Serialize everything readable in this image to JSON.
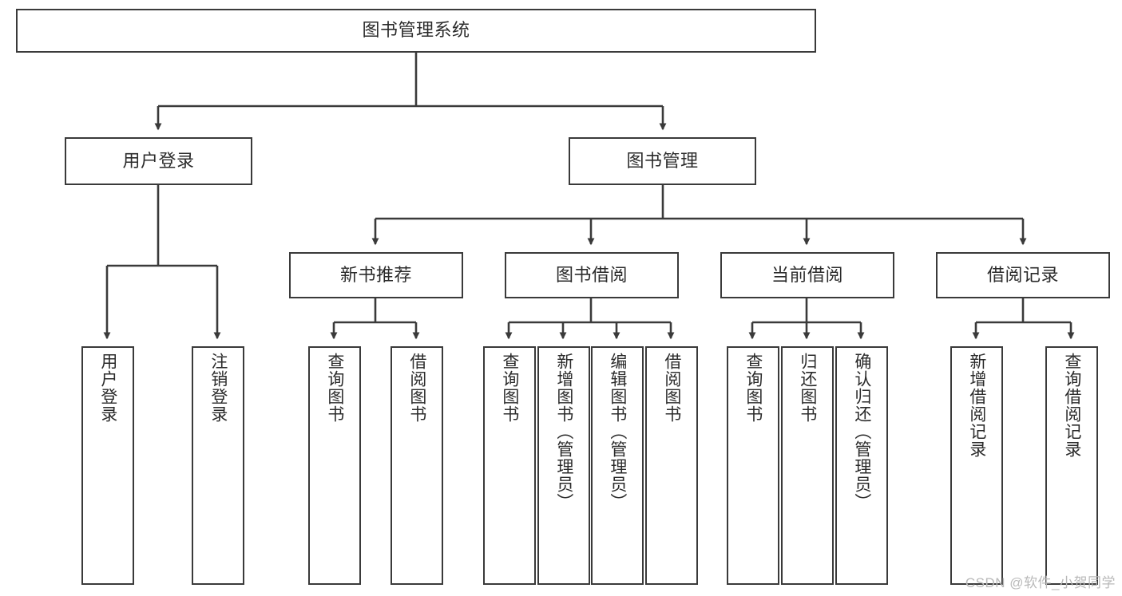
{
  "diagram": {
    "title": "图书管理系统",
    "watermark": "CSDN @软件_小贺同学",
    "colors": {
      "stroke": "#3a3a3a",
      "fill": "#ffffff",
      "text": "#2b2b2b",
      "watermark": "#b9b9b9"
    },
    "levels": {
      "root": {
        "label": "图书管理系统"
      },
      "level2": [
        {
          "label": "用户登录"
        },
        {
          "label": "图书管理"
        }
      ],
      "level3": [
        {
          "label": "新书推荐"
        },
        {
          "label": "图书借阅"
        },
        {
          "label": "当前借阅"
        },
        {
          "label": "借阅记录"
        }
      ],
      "leaves": {
        "user_login": [
          {
            "label": "用户登录"
          },
          {
            "label": "注销登录"
          }
        ],
        "new_book": [
          {
            "label": "查询图书"
          },
          {
            "label": "借阅图书"
          }
        ],
        "book_borrow": [
          {
            "label": "查询图书"
          },
          {
            "label": "新增图书（管理员）"
          },
          {
            "label": "编辑图书（管理员）"
          },
          {
            "label": "借阅图书"
          }
        ],
        "current_borrow": [
          {
            "label": "查询图书"
          },
          {
            "label": "归还图书"
          },
          {
            "label": "确认归还（管理员）"
          }
        ],
        "borrow_record": [
          {
            "label": "新增借阅记录"
          },
          {
            "label": "查询借阅记录"
          }
        ]
      }
    }
  }
}
